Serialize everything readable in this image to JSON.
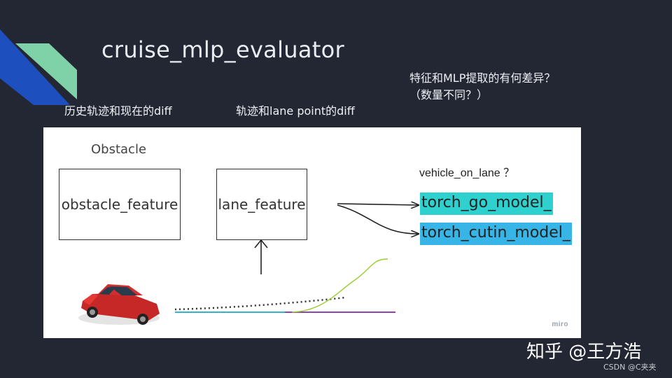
{
  "slide": {
    "title": "cruise_mlp_evaluator",
    "caption_left": "历史轨迹和现在的diff",
    "caption_mid": "轨迹和lane point的diff",
    "caption_right_line1": "特征和MLP提取的有何差异？",
    "caption_right_line2": "（数量不同？）"
  },
  "diagram": {
    "obstacle_label": "Obstacle",
    "obstacle_feature": "obstacle_feature",
    "lane_feature": "lane_feature",
    "vehicle_question": "vehicle_on_lane ？",
    "model_go": "torch_go_model_",
    "model_cutin": "torch_cutin_model_",
    "miro_mark": "miro",
    "colors": {
      "model_go_bg": "#2fd1cf",
      "model_cutin_bg": "#37b5e6",
      "lane_line": "#8e44ad",
      "trajectory_curve": "#9acd32",
      "car_body": "#d32f2f"
    }
  },
  "watermarks": {
    "zhihu": "知乎 @王方浩",
    "csdn": "CSDN @C夹夹"
  },
  "colors": {
    "background": "#232733",
    "accent_blue": "#1d4fbf",
    "accent_green": "#7fd1a8"
  }
}
